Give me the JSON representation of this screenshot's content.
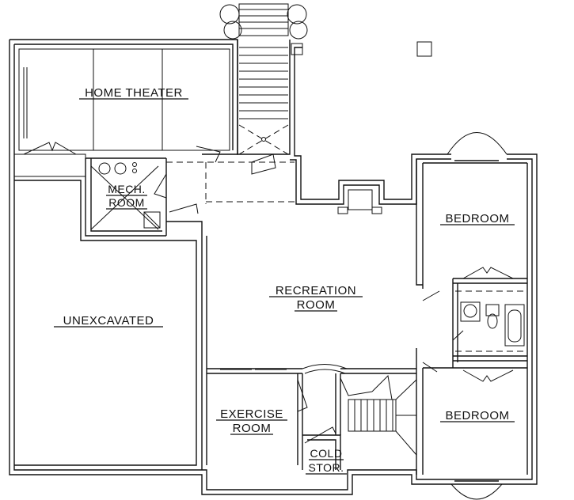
{
  "rooms": {
    "home_theater": "HOME THEATER",
    "mech_line1": "MECH.",
    "mech_line2": "ROOM",
    "unexcavated": "UNEXCAVATED",
    "recreation_line1": "RECREATION",
    "recreation_line2": "ROOM",
    "bedroom_upper": "BEDROOM",
    "bedroom_lower": "BEDROOM",
    "exercise_line1": "EXERCISE",
    "exercise_line2": "ROOM",
    "cold_line1": "COLD",
    "cold_line2": "STOR."
  }
}
